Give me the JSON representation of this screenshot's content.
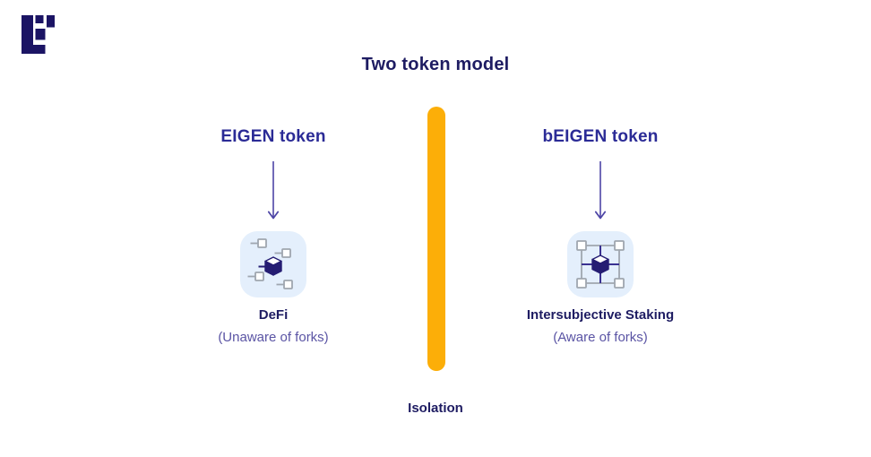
{
  "title": "Two token model",
  "brand": {
    "logo_icon": "eigenlayer-pixel-logo",
    "logo_color": "#1B1464"
  },
  "left": {
    "heading": "EIGEN token",
    "icon": "cube-with-floating-nodes-icon",
    "label": "DeFi",
    "sublabel": "(Unaware of forks)"
  },
  "right": {
    "heading": "bEIGEN token",
    "icon": "cube-in-grid-network-icon",
    "label": "Intersubjective Staking",
    "sublabel": "(Aware of forks)"
  },
  "divider": {
    "label": "Isolation",
    "bar_color": "#FCAE08"
  },
  "colors": {
    "title_navy": "#1E1C62",
    "heading_blue": "#2B2B96",
    "sublabel_purple": "#5A54A4",
    "arrow_purple": "#4D45A6",
    "icon_background": "#E4EFFC",
    "node_gray": "#9FA6AF",
    "cube_navy": "#251D73"
  }
}
